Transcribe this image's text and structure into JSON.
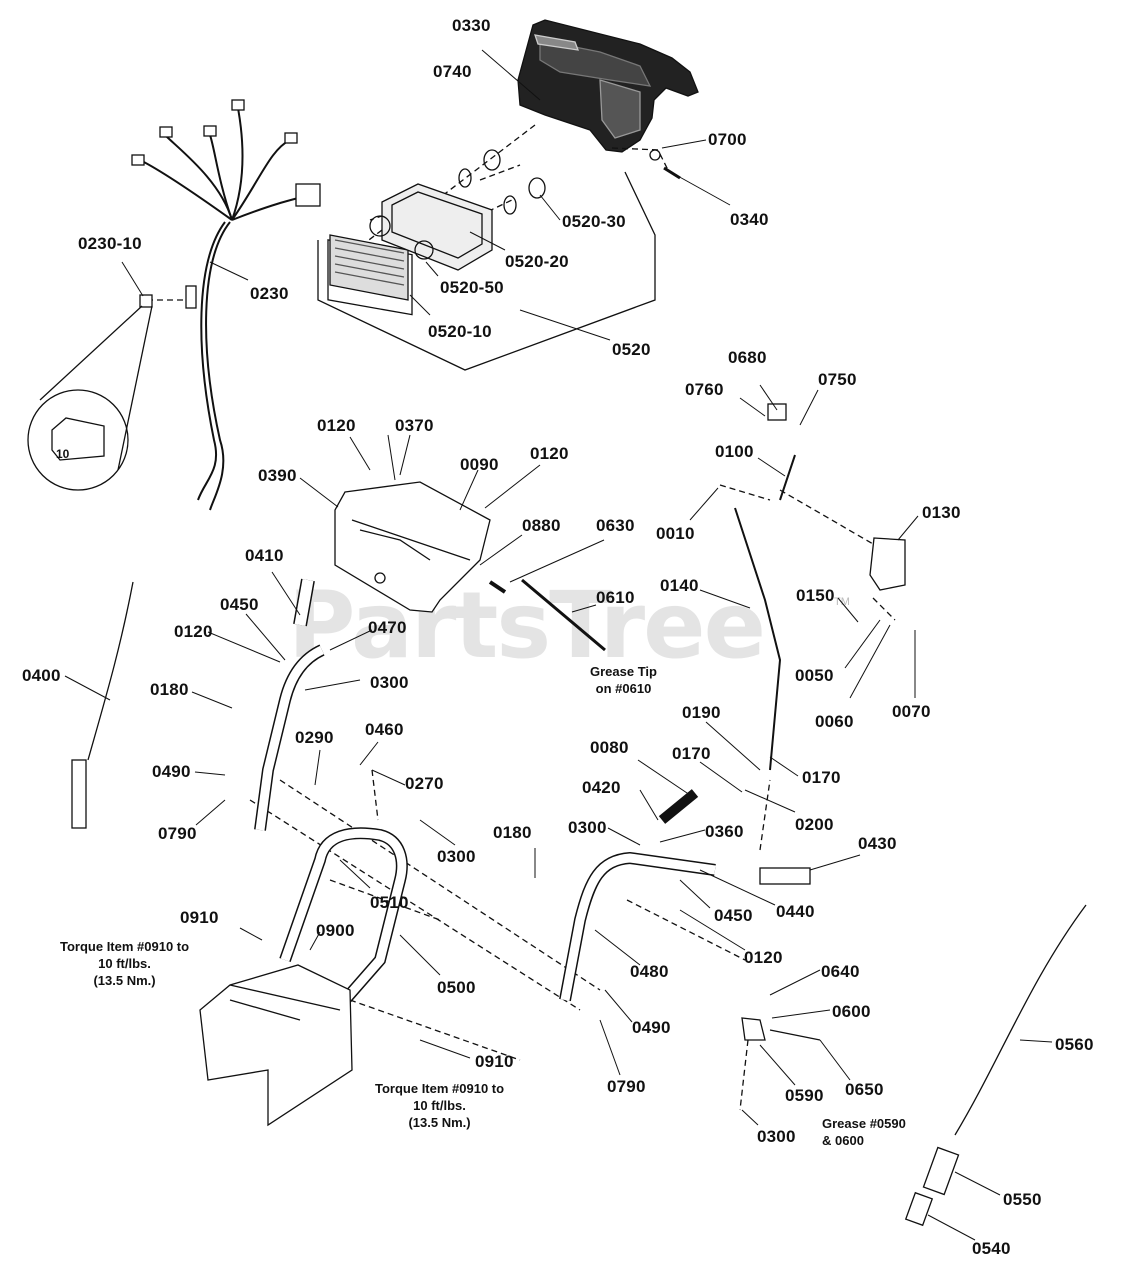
{
  "watermark": "PartsTree",
  "watermark_tm": "TM",
  "part_labels": [
    "0330",
    "0740",
    "0700",
    "0340",
    "0520-30",
    "0520-20",
    "0520-50",
    "0520-10",
    "0520",
    "0230-10",
    "0230",
    "0680",
    "0760",
    "0750",
    "0100",
    "0010",
    "0120",
    "0370",
    "0390",
    "0090",
    "0120",
    "0880",
    "0630",
    "0130",
    "0140",
    "0610",
    "0150",
    "0410",
    "0450",
    "0470",
    "0050",
    "0060",
    "0070",
    "0120",
    "0300",
    "0400",
    "0180",
    "0190",
    "0290",
    "0460",
    "0270",
    "0080",
    "0170",
    "0490",
    "0170",
    "0420",
    "0200",
    "0790",
    "0300",
    "0360",
    "0300",
    "0180",
    "0430",
    "0510",
    "0450",
    "0440",
    "0910",
    "0900",
    "0120",
    "0500",
    "0480",
    "0640",
    "0600",
    "0490",
    "0910",
    "0790",
    "0590",
    "0650",
    "0560",
    "0300",
    "0550",
    "0540"
  ],
  "notes": {
    "grease_tip": [
      "Grease Tip",
      "on #0610"
    ],
    "torque_left": [
      "Torque Item #0910 to",
      "10 ft/lbs.",
      "(13.5 Nm.)"
    ],
    "torque_bottom": [
      "Torque Item #0910 to",
      "10 ft/lbs.",
      "(13.5 Nm.)"
    ],
    "grease_0590": [
      "Grease #0590",
      "& 0600"
    ]
  },
  "fuse_label": "10"
}
